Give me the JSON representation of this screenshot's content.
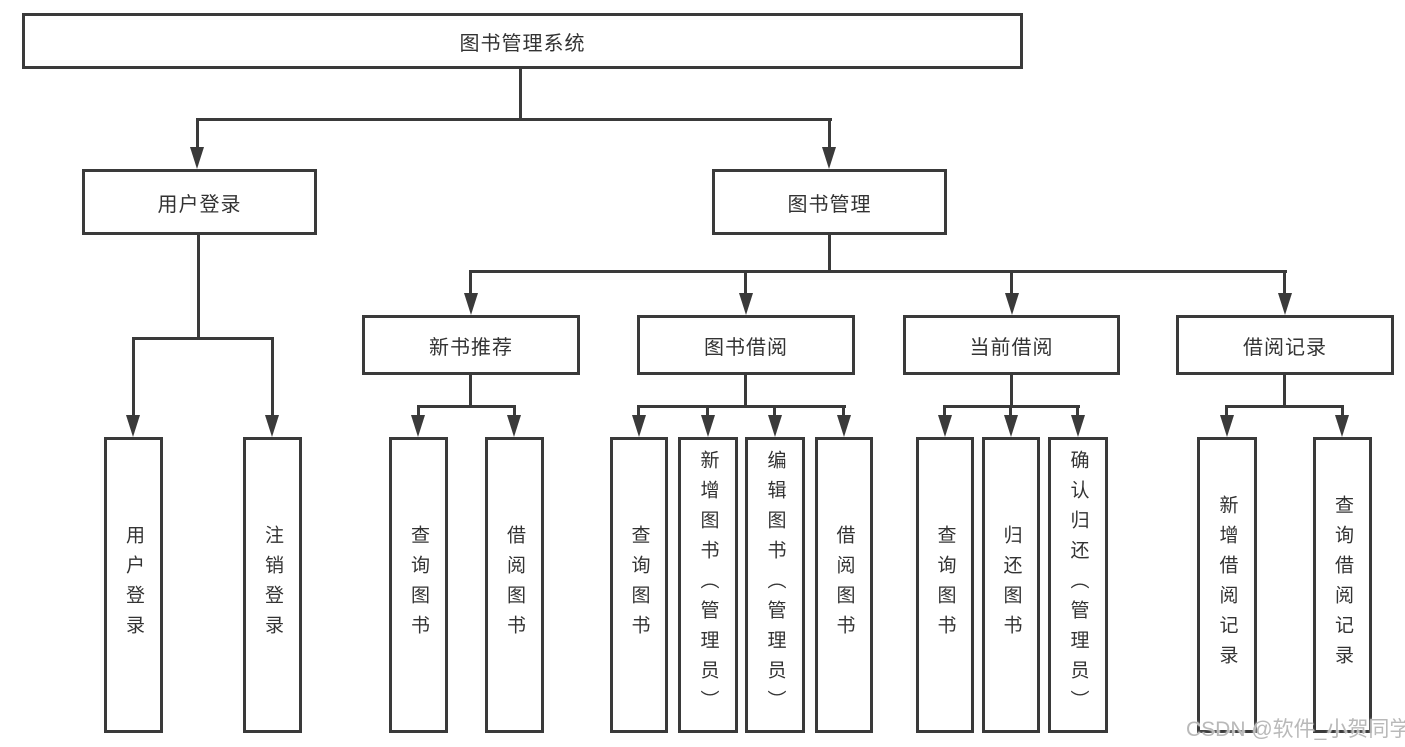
{
  "tree": {
    "label": "图书管理系统",
    "children": [
      {
        "label": "用户登录",
        "children": [
          {
            "label": "用户登录"
          },
          {
            "label": "注销登录"
          }
        ]
      },
      {
        "label": "图书管理",
        "children": [
          {
            "label": "新书推荐",
            "children": [
              {
                "label": "查询图书"
              },
              {
                "label": "借阅图书"
              }
            ]
          },
          {
            "label": "图书借阅",
            "children": [
              {
                "label": "查询图书"
              },
              {
                "label": "新增图书（管理员）"
              },
              {
                "label": "编辑图书（管理员）"
              },
              {
                "label": "借阅图书"
              }
            ]
          },
          {
            "label": "当前借阅",
            "children": [
              {
                "label": "查询图书"
              },
              {
                "label": "归还图书"
              },
              {
                "label": "确认归还（管理员）"
              }
            ]
          },
          {
            "label": "借阅记录",
            "children": [
              {
                "label": "新增借阅记录"
              },
              {
                "label": "查询借阅记录"
              }
            ]
          }
        ]
      }
    ]
  },
  "watermark": "CSDN @软件_小贺同学",
  "colors": {
    "line": "#3a3a3a",
    "text": "#333333",
    "box_background": "#ffffff",
    "page_background": "#ffffff",
    "watermark": "#b9b9b9"
  }
}
